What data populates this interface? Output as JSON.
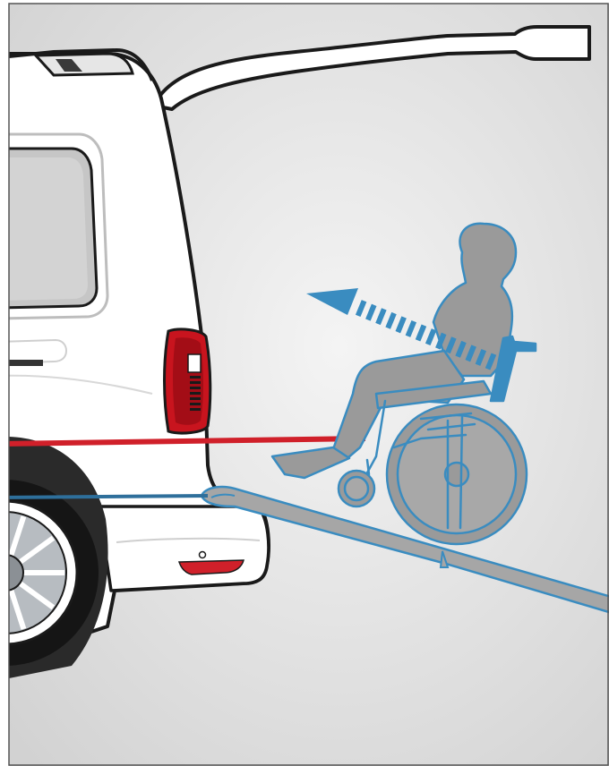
{
  "illustration": {
    "subject": "wheelchair-ramp-van-entry",
    "icons": [
      "van-rear",
      "tailgate",
      "wheelchair-user",
      "ramp",
      "arrow-left-up"
    ],
    "colors": {
      "background_light": "#f2f2f2",
      "background_dark": "#d4d4d4",
      "frame": "#555555",
      "van_body": "#ffffff",
      "van_outline": "#1a1a1a",
      "window": "#c8c8c8",
      "taillight": "#c8141e",
      "guide_red": "#d0202a",
      "guide_blue": "#2e6f9b",
      "figure_fill": "#9a9a9a",
      "figure_stroke": "#3a8cc0",
      "arrow": "#3a8cc0",
      "ramp_fill": "#a6a6a6",
      "tyre": "#1a1a1a",
      "rim": "#9aa0a6"
    }
  }
}
